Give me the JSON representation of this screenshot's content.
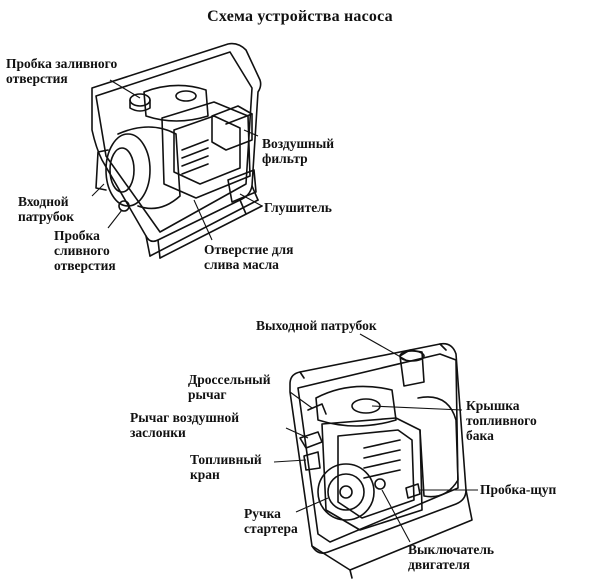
{
  "title": "Схема устройства насоса",
  "pump1": {
    "labels": {
      "fill_plug_line1": "Пробка заливного",
      "fill_plug_line2": "отверстия",
      "air_filter_line1": "Воздушный",
      "air_filter_line2": "фильтр",
      "inlet_line1": "Входной",
      "inlet_line2": "патрубок",
      "muffler": "Глушитель",
      "drain_plug_line1": "Пробка",
      "drain_plug_line2": "сливного",
      "drain_plug_line3": "отверстия",
      "oil_drain_line1": "Отверстие для",
      "oil_drain_line2": "слива масла"
    }
  },
  "pump2": {
    "labels": {
      "outlet": "Выходной патрубок",
      "throttle_line1": "Дроссельный",
      "throttle_line2": "рычаг",
      "choke_line1": "Рычаг воздушной",
      "choke_line2": "заслонки",
      "fuel_cap_line1": "Крышка",
      "fuel_cap_line2": "топливного",
      "fuel_cap_line3": "бака",
      "fuel_valve_line1": "Топливный",
      "fuel_valve_line2": "кран",
      "dipstick": "Пробка-щуп",
      "starter_line1": "Ручка",
      "starter_line2": "стартера",
      "engine_switch_line1": "Выключатель",
      "engine_switch_line2": "двигателя"
    }
  }
}
